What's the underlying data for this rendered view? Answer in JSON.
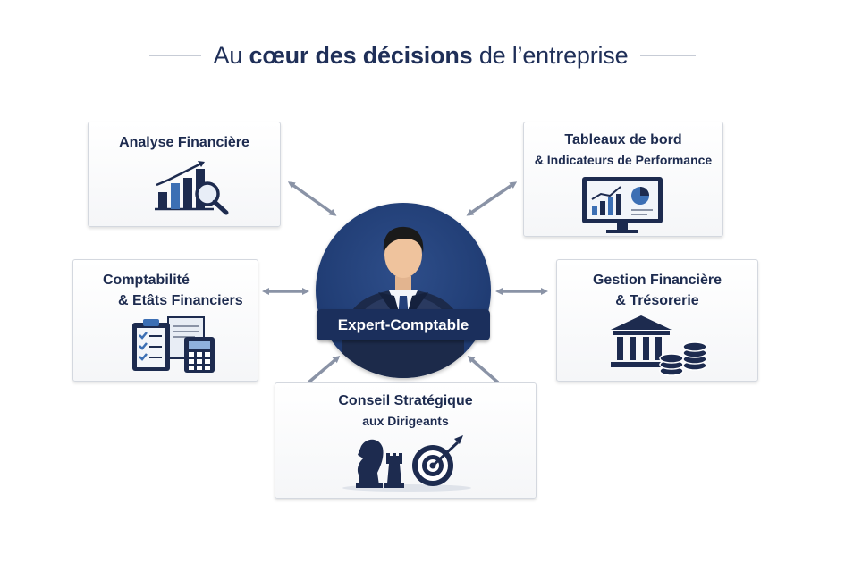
{
  "title": {
    "prefix": "Au",
    "bold1": "cœur des décisions",
    "suffix": "de l’entreprise"
  },
  "center": {
    "label": "Expert-Comptable"
  },
  "cards": {
    "analyse": {
      "line1": "Analyse Financière"
    },
    "tableaux": {
      "line1": "Tableaux de bord",
      "line2": "& Indicateurs de Performance"
    },
    "compta": {
      "line1": "Comptabilité",
      "line2": "& Etâts Financiers"
    },
    "gestion": {
      "line1": "Gestion Financière",
      "line2": "& Trésorerie"
    },
    "conseil": {
      "line1": "Conseil Stratégique",
      "line2": "aux Dirigeants"
    }
  },
  "colors": {
    "navy": "#1d2b4f",
    "circle": "#223f77",
    "arrow": "#8a93a6",
    "accent_blue": "#3c6fb4"
  },
  "icons": [
    "bar-chart-magnifier-icon",
    "dashboard-monitor-icon",
    "clipboard-calculator-icon",
    "bank-coins-icon",
    "chess-target-icon",
    "person-icon"
  ]
}
